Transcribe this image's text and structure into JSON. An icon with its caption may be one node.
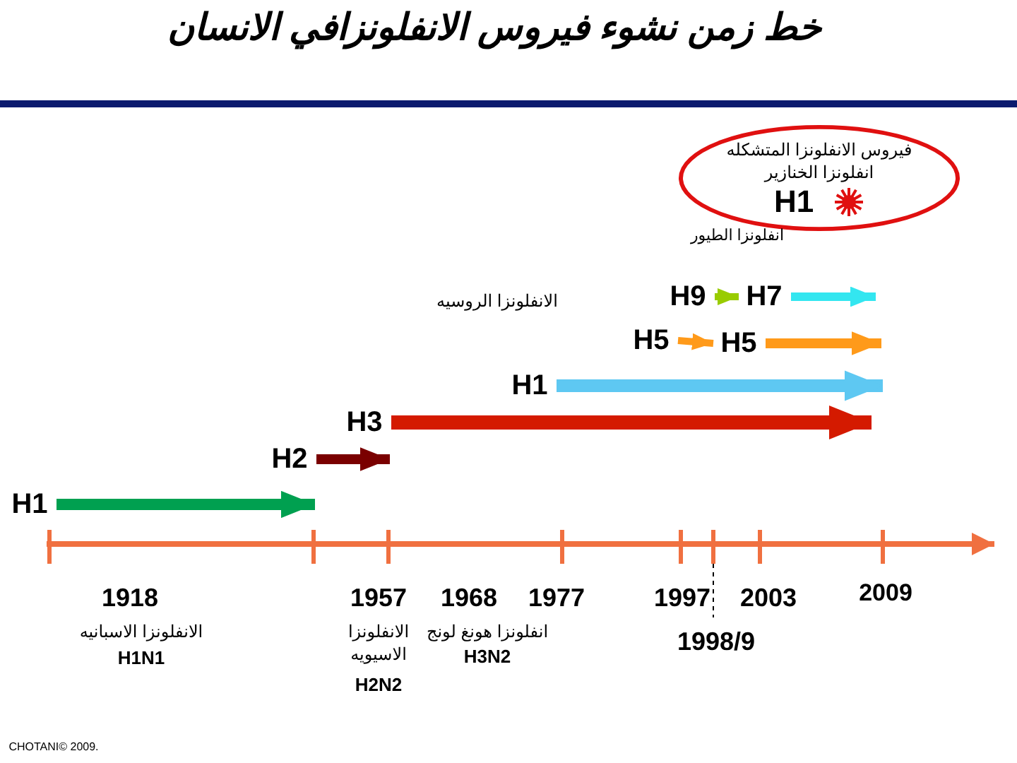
{
  "diagram": {
    "title": "خط زمن نشوء فيروس الانفلونزافي الانسان",
    "nodes": [
      {
        "text": [
          "فيروس الانفلونزا المتشكله",
          "انفلونزا الخنازير",
          "H1"
        ]
      },
      {
        "text": [
          "H9"
        ]
      },
      {
        "text": [
          "H7"
        ]
      },
      {
        "text": [
          "H5"
        ]
      },
      {
        "text": [
          "H5"
        ]
      },
      {
        "text": [
          "H1"
        ]
      },
      {
        "text": [
          "H3"
        ]
      },
      {
        "text": [
          "H2"
        ]
      },
      {
        "text": [
          "H1"
        ]
      }
    ],
    "edges": [
      {
        "from": 1,
        "to": 2,
        "arrow": "to",
        "color": "#99cc00"
      },
      {
        "from": 2,
        "to": null,
        "arrow": "to",
        "color": "#33e6f0"
      },
      {
        "from": 3,
        "to": 4,
        "arrow": "to",
        "color": "#ff9a1a"
      },
      {
        "from": 4,
        "to": null,
        "arrow": "to",
        "color": "#ff9a1a"
      },
      {
        "from": 5,
        "to": null,
        "arrow": "to",
        "color": "#5ec8f2"
      },
      {
        "from": 6,
        "to": null,
        "arrow": "to",
        "color": "#d41a00"
      },
      {
        "from": 7,
        "to": 6,
        "arrow": "to",
        "color": "#7a0000"
      },
      {
        "from": 8,
        "to": 7,
        "arrow": "to",
        "color": "#00a050"
      }
    ],
    "labels": [
      "انفلونزا الطيور",
      "الانفلونزا الروسيه",
      "1918",
      "الانفلونزا الاسبانيه",
      "H1N1",
      "1957",
      "الانفلونزا الاسيويه",
      "H2N2",
      "1968",
      "1977",
      "انفلونزا هونغ لونج",
      "H3N2",
      "1997",
      "2003",
      "1998/9",
      "2009",
      "CHOTANI© 2009."
    ]
  }
}
